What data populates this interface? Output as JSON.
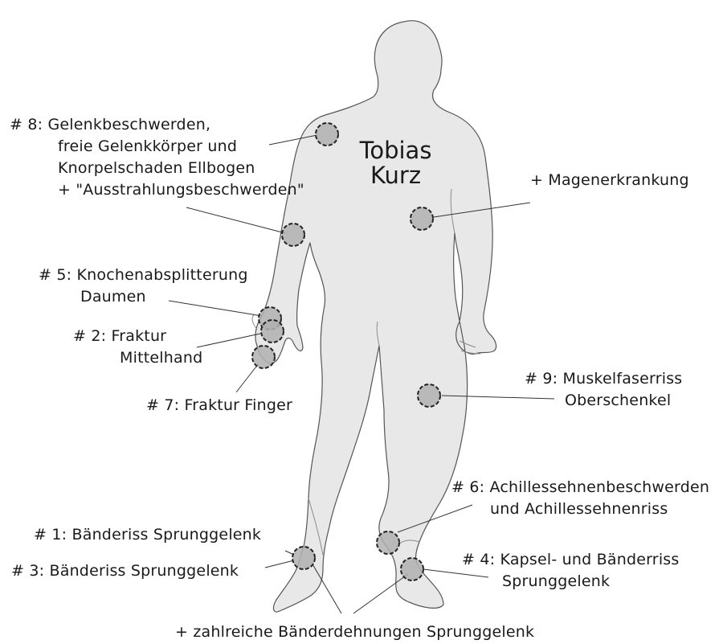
{
  "person": {
    "first_name": "Tobias",
    "last_name": "Kurz"
  },
  "annotations": {
    "a8": [
      "# 8: Gelenkbeschwerden,",
      "freie Gelenkkörper und",
      "Knorpelschaden Ellbogen",
      "+ \"Ausstrahlungsbeschwerden\""
    ],
    "magen": [
      "+ Magenerkrankung"
    ],
    "a5": [
      "# 5: Knochenabsplitterung",
      "Daumen"
    ],
    "a2": [
      "# 2: Fraktur",
      "Mittelhand"
    ],
    "a7": [
      "# 7: Fraktur Finger"
    ],
    "a9": [
      "# 9: Muskelfaserriss",
      "Oberschenkel"
    ],
    "a6": [
      "# 6: Achillessehnenbeschwerden",
      "und Achillessehnenriss"
    ],
    "a1": [
      "# 1: Bänderiss Sprunggelenk"
    ],
    "a3": [
      "# 3: Bänderiss Sprunggelenk"
    ],
    "a4": [
      "# 4: Kapsel- und Bänderriss",
      "Sprunggelenk"
    ],
    "baender": [
      "+ zahlreiche Bänderdehnungen Sprunggelenk"
    ]
  },
  "colors": {
    "body_fill": "#e8e8e8",
    "body_outline": "#555555",
    "marker_fill": "#b0b0b0",
    "marker_stroke": "#222222",
    "leader_line": "#333333"
  }
}
